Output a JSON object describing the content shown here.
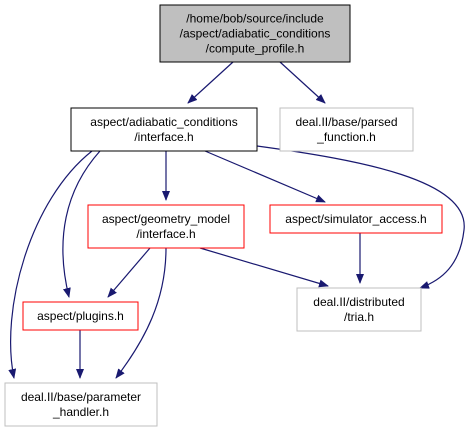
{
  "colors": {
    "edge": "#191970",
    "root_fill": "#bfbfbf",
    "border_black": "#000000",
    "border_red": "#ff0000",
    "border_gray": "#bfbfbf",
    "text_black": "#000000",
    "text_gray": "#000000"
  },
  "nodes": [
    {
      "id": "compute_profile",
      "lines": [
        "/home/bob/source/include",
        "/aspect/adiabatic_conditions",
        "/compute_profile.h"
      ],
      "style": "root"
    },
    {
      "id": "ac_interface",
      "lines": [
        "aspect/adiabatic_conditions",
        "/interface.h"
      ],
      "style": "black"
    },
    {
      "id": "parsed_function",
      "lines": [
        "deal.II/base/parsed",
        "_function.h"
      ],
      "style": "gray"
    },
    {
      "id": "geometry_interface",
      "lines": [
        "aspect/geometry_model",
        "/interface.h"
      ],
      "style": "red"
    },
    {
      "id": "simulator_access",
      "lines": [
        "aspect/simulator_access.h"
      ],
      "style": "red"
    },
    {
      "id": "plugins",
      "lines": [
        "aspect/plugins.h"
      ],
      "style": "red"
    },
    {
      "id": "tria",
      "lines": [
        "deal.II/distributed",
        "/tria.h"
      ],
      "style": "gray"
    },
    {
      "id": "parameter_handler",
      "lines": [
        "deal.II/base/parameter",
        "_handler.h"
      ],
      "style": "gray"
    }
  ],
  "edges": [
    {
      "from": "compute_profile",
      "to": "ac_interface"
    },
    {
      "from": "compute_profile",
      "to": "parsed_function"
    },
    {
      "from": "ac_interface",
      "to": "geometry_interface"
    },
    {
      "from": "ac_interface",
      "to": "simulator_access"
    },
    {
      "from": "ac_interface",
      "to": "tria"
    },
    {
      "from": "ac_interface",
      "to": "plugins"
    },
    {
      "from": "ac_interface",
      "to": "parameter_handler"
    },
    {
      "from": "geometry_interface",
      "to": "plugins"
    },
    {
      "from": "geometry_interface",
      "to": "tria"
    },
    {
      "from": "geometry_interface",
      "to": "parameter_handler"
    },
    {
      "from": "simulator_access",
      "to": "tria"
    },
    {
      "from": "plugins",
      "to": "parameter_handler"
    }
  ]
}
